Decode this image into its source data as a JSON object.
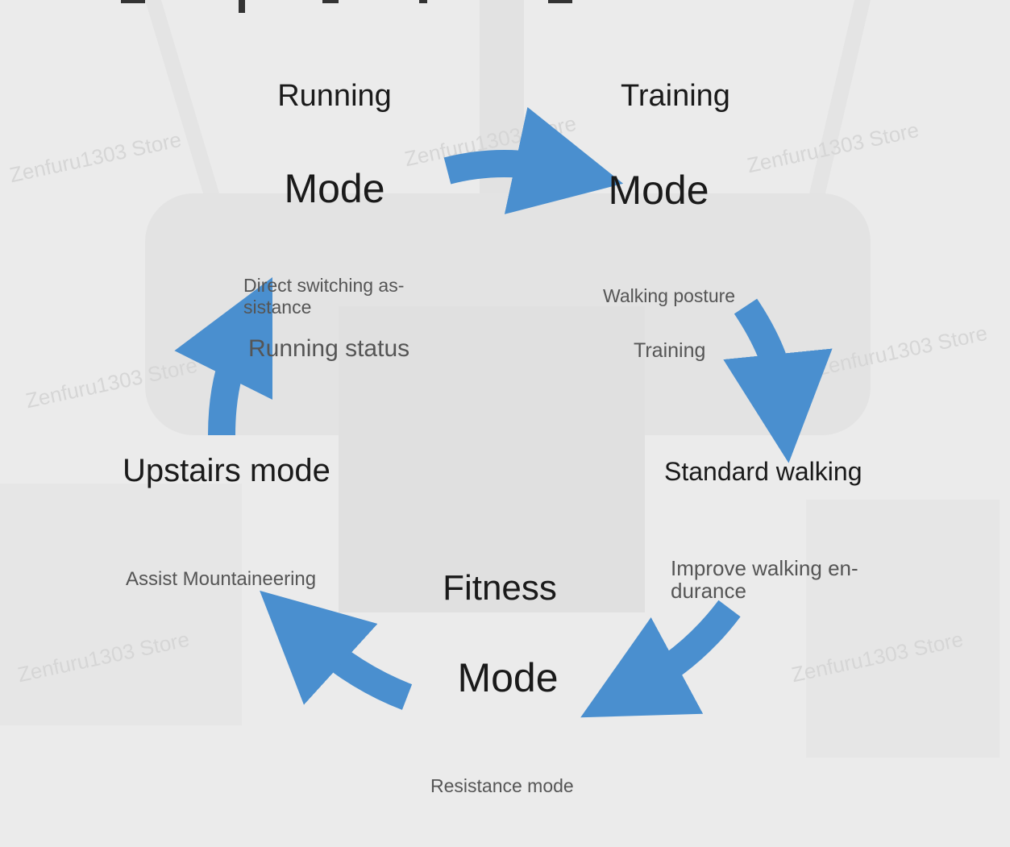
{
  "modes": {
    "running": {
      "line1": "Running",
      "line2": "Mode"
    },
    "training": {
      "line1": "Training",
      "line2": "Mode"
    },
    "fitness": {
      "line1": "Fitness",
      "line2": "Mode"
    }
  },
  "labels": {
    "direct_switching": [
      "Direct switching as-",
      "sistance"
    ],
    "running_status": "Running status",
    "walking_posture": "Walking posture",
    "training": "Training",
    "standard_walking": "Standard walking",
    "upstairs_mode": "Upstairs mode",
    "assist_mountaineering": "Assist Mountaineering",
    "improve_walking": [
      "Improve walking en-",
      "durance"
    ],
    "resistance_mode": "Resistance mode"
  },
  "watermark": "Zenfuru1303 Store",
  "colors": {
    "arrow": "#4a8fcf",
    "background": "#ebebeb"
  }
}
